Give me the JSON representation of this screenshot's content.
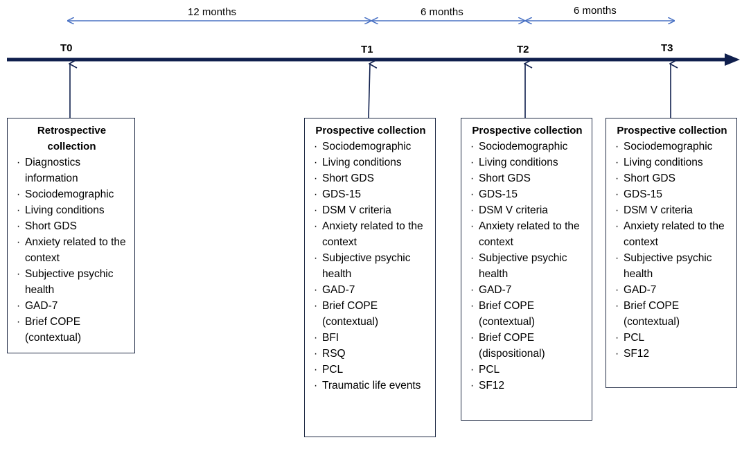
{
  "timeline": {
    "intervals": [
      {
        "label": "12 months"
      },
      {
        "label": "6 months"
      },
      {
        "label": "6 months"
      }
    ],
    "timepoints": [
      {
        "label": "T0"
      },
      {
        "label": "T1"
      },
      {
        "label": "T2"
      },
      {
        "label": "T3"
      }
    ],
    "colors": {
      "axis": "#0f1f4d",
      "interval_arrow": "#4a72c4",
      "box_border": "#1f2a44"
    }
  },
  "boxes": [
    {
      "title": "Retrospective collection",
      "items": [
        "Diagnostics information",
        "Sociodemographic",
        "Living conditions",
        "Short GDS",
        "Anxiety related to the context",
        "Subjective psychic health",
        "GAD-7",
        "Brief COPE (contextual)"
      ]
    },
    {
      "title": "Prospective collection",
      "items": [
        "Sociodemographic",
        "Living conditions",
        "Short GDS",
        "GDS-15",
        "DSM V criteria",
        "Anxiety related to the context",
        "Subjective psychic health",
        "GAD-7",
        "Brief COPE (contextual)",
        "BFI",
        "RSQ",
        "PCL",
        "Traumatic life events"
      ]
    },
    {
      "title": "Prospective collection",
      "items": [
        "Sociodemographic",
        "Living conditions",
        "Short GDS",
        "GDS-15",
        "DSM V criteria",
        "Anxiety related to the context",
        "Subjective psychic health",
        "GAD-7",
        "Brief COPE (contextual)",
        "Brief COPE (dispositional)",
        "PCL",
        "SF12"
      ]
    },
    {
      "title": "Prospective collection",
      "items": [
        "Sociodemographic",
        "Living conditions",
        "Short GDS",
        "GDS-15",
        "DSM V criteria",
        "Anxiety related to the context",
        "Subjective psychic health",
        "GAD-7",
        "Brief COPE (contextual)",
        "PCL",
        "SF12"
      ]
    }
  ]
}
